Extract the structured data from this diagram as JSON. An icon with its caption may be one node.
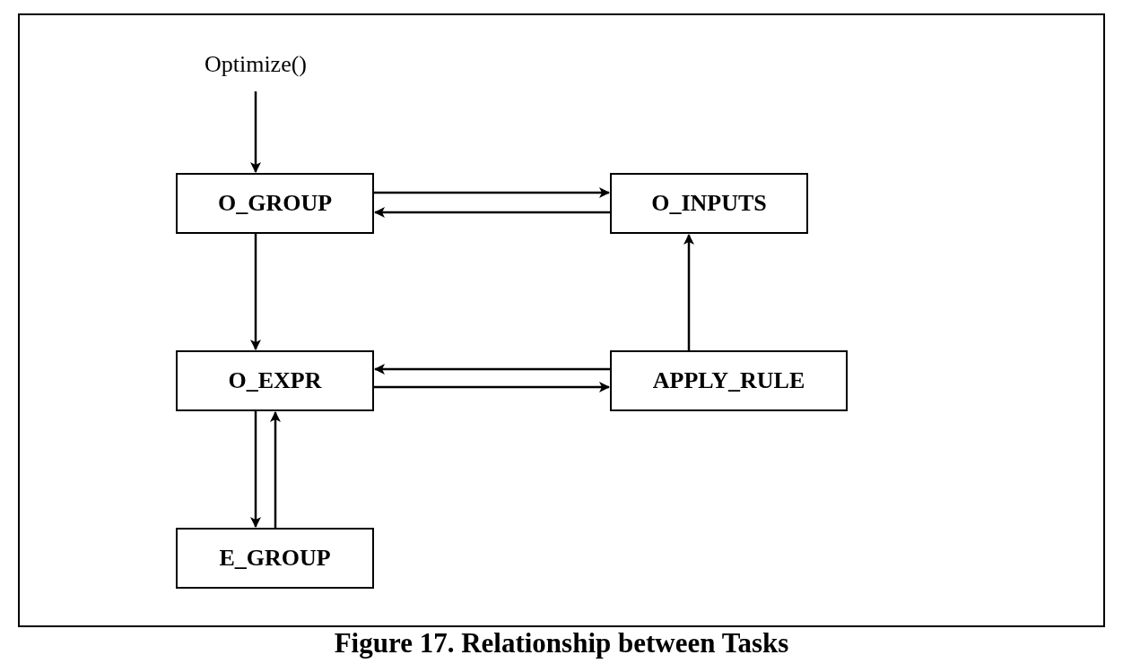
{
  "diagram": {
    "caption": "Figure 17. Relationship between Tasks",
    "nodes": [
      {
        "text": [
          "Optimize()"
        ]
      },
      {
        "text": [
          "O_GROUP"
        ]
      },
      {
        "text": [
          "O_INPUTS"
        ]
      },
      {
        "text": [
          "O_EXPR"
        ]
      },
      {
        "text": [
          "APPLY_RULE"
        ]
      },
      {
        "text": [
          "E_GROUP"
        ]
      }
    ],
    "edges": [
      {
        "from": 0,
        "to": 1,
        "arrow": "to"
      },
      {
        "from": 1,
        "to": 2,
        "arrow": "to"
      },
      {
        "from": 2,
        "to": 1,
        "arrow": "to"
      },
      {
        "from": 1,
        "to": 3,
        "arrow": "to"
      },
      {
        "from": 4,
        "to": 2,
        "arrow": "to"
      },
      {
        "from": 4,
        "to": 3,
        "arrow": "to"
      },
      {
        "from": 3,
        "to": 4,
        "arrow": "to"
      },
      {
        "from": 3,
        "to": 5,
        "arrow": "to"
      },
      {
        "from": 5,
        "to": 3,
        "arrow": "to"
      }
    ]
  }
}
